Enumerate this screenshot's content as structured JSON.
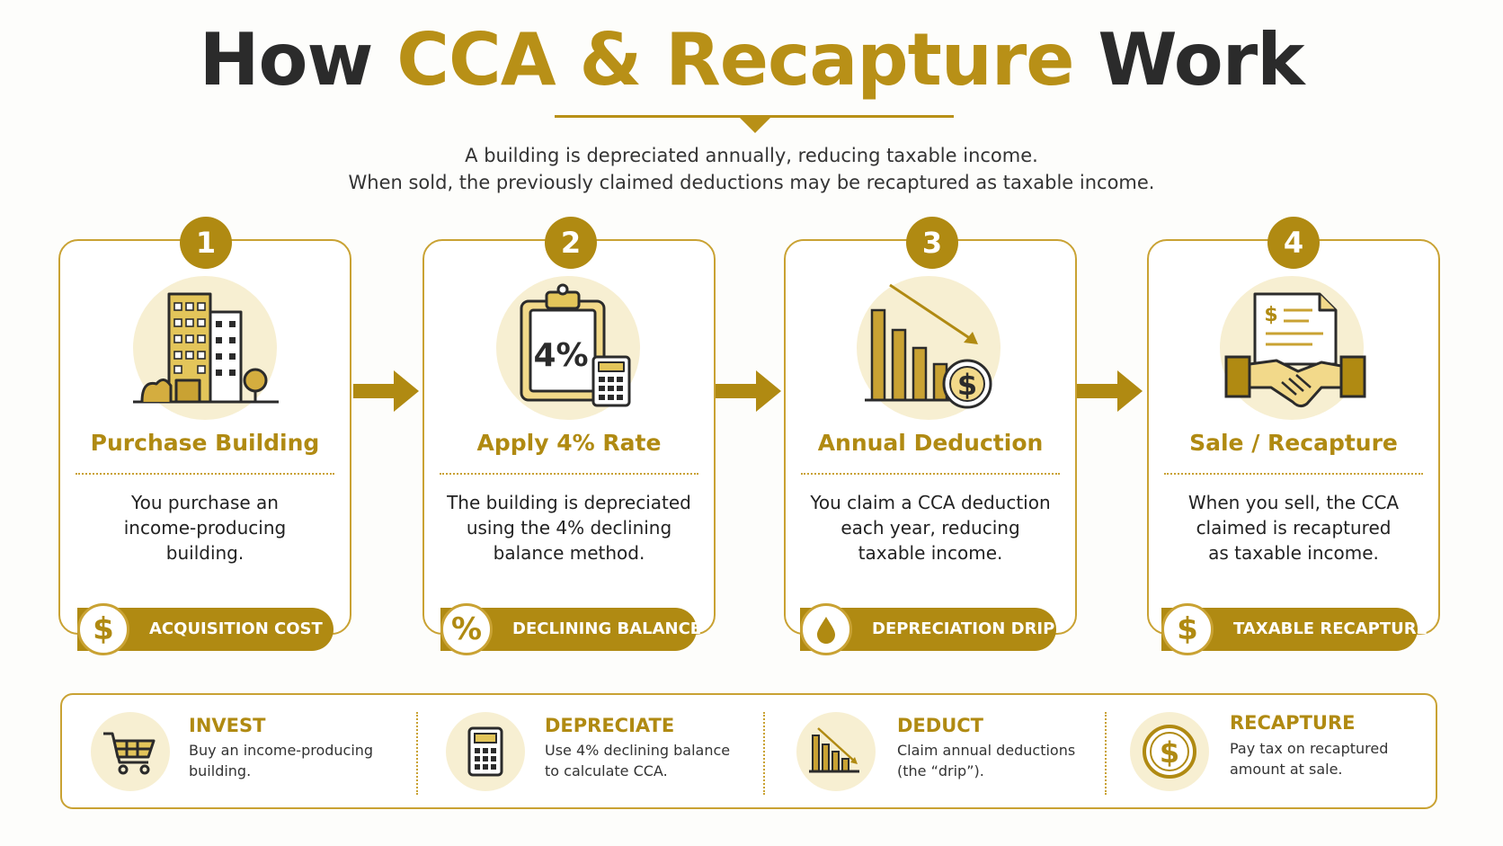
{
  "title": {
    "part1": "How",
    "part2": "CCA & Recapture",
    "part3": "Work"
  },
  "subtitle": {
    "line1": "A building is depreciated annually, reducing taxable income.",
    "line2": "When sold, the previously claimed deductions may be recaptured as taxable income."
  },
  "steps": [
    {
      "number": "1",
      "title": "Purchase Building",
      "desc": [
        "You purchase an",
        "income-producing",
        "building."
      ],
      "badge_icon": "dollar-icon",
      "badge_symbol": "$",
      "tag": "ACQUISITION COST",
      "icon": "building-icon"
    },
    {
      "number": "2",
      "title": "Apply 4% Rate",
      "desc": [
        "The building is depreciated",
        "using the 4% declining",
        "balance method."
      ],
      "badge_icon": "percent-icon",
      "badge_symbol": "%",
      "tag": "DECLINING BALANCE",
      "icon": "clipboard-calculator-icon",
      "icon_text": "4%"
    },
    {
      "number": "3",
      "title": "Annual Deduction",
      "desc": [
        "You claim a CCA deduction",
        "each year, reducing",
        "taxable income."
      ],
      "badge_icon": "drop-icon",
      "badge_symbol": "",
      "tag": "DEPRECIATION DRIP",
      "icon": "declining-bars-dollar-icon",
      "icon_text": "$"
    },
    {
      "number": "4",
      "title": "Sale / Recapture",
      "desc": [
        "When you sell, the CCA",
        "claimed is recaptured",
        "as taxable income."
      ],
      "badge_icon": "dollar-icon",
      "badge_symbol": "$",
      "tag": "TAXABLE RECAPTURE",
      "icon": "handshake-document-icon",
      "icon_text": "$"
    }
  ],
  "summary": [
    {
      "head": "INVEST",
      "text": [
        "Buy an income-producing",
        "building."
      ],
      "icon": "cart-icon"
    },
    {
      "head": "DEPRECIATE",
      "text": [
        "Use 4% declining balance",
        "to calculate CCA."
      ],
      "icon": "calculator-icon"
    },
    {
      "head": "DEDUCT",
      "text": [
        "Claim annual deductions",
        "(the “drip”)."
      ],
      "icon": "declining-bars-icon"
    },
    {
      "head": "RECAPTURE",
      "text": [
        "Pay tax on recaptured",
        "amount at sale."
      ],
      "icon": "dollar-coin-icon",
      "icon_text": "$"
    }
  ],
  "colors": {
    "gold": "#b89017",
    "gold_dark": "#b08a12",
    "cream": "#f7efd2",
    "text": "#222222"
  }
}
